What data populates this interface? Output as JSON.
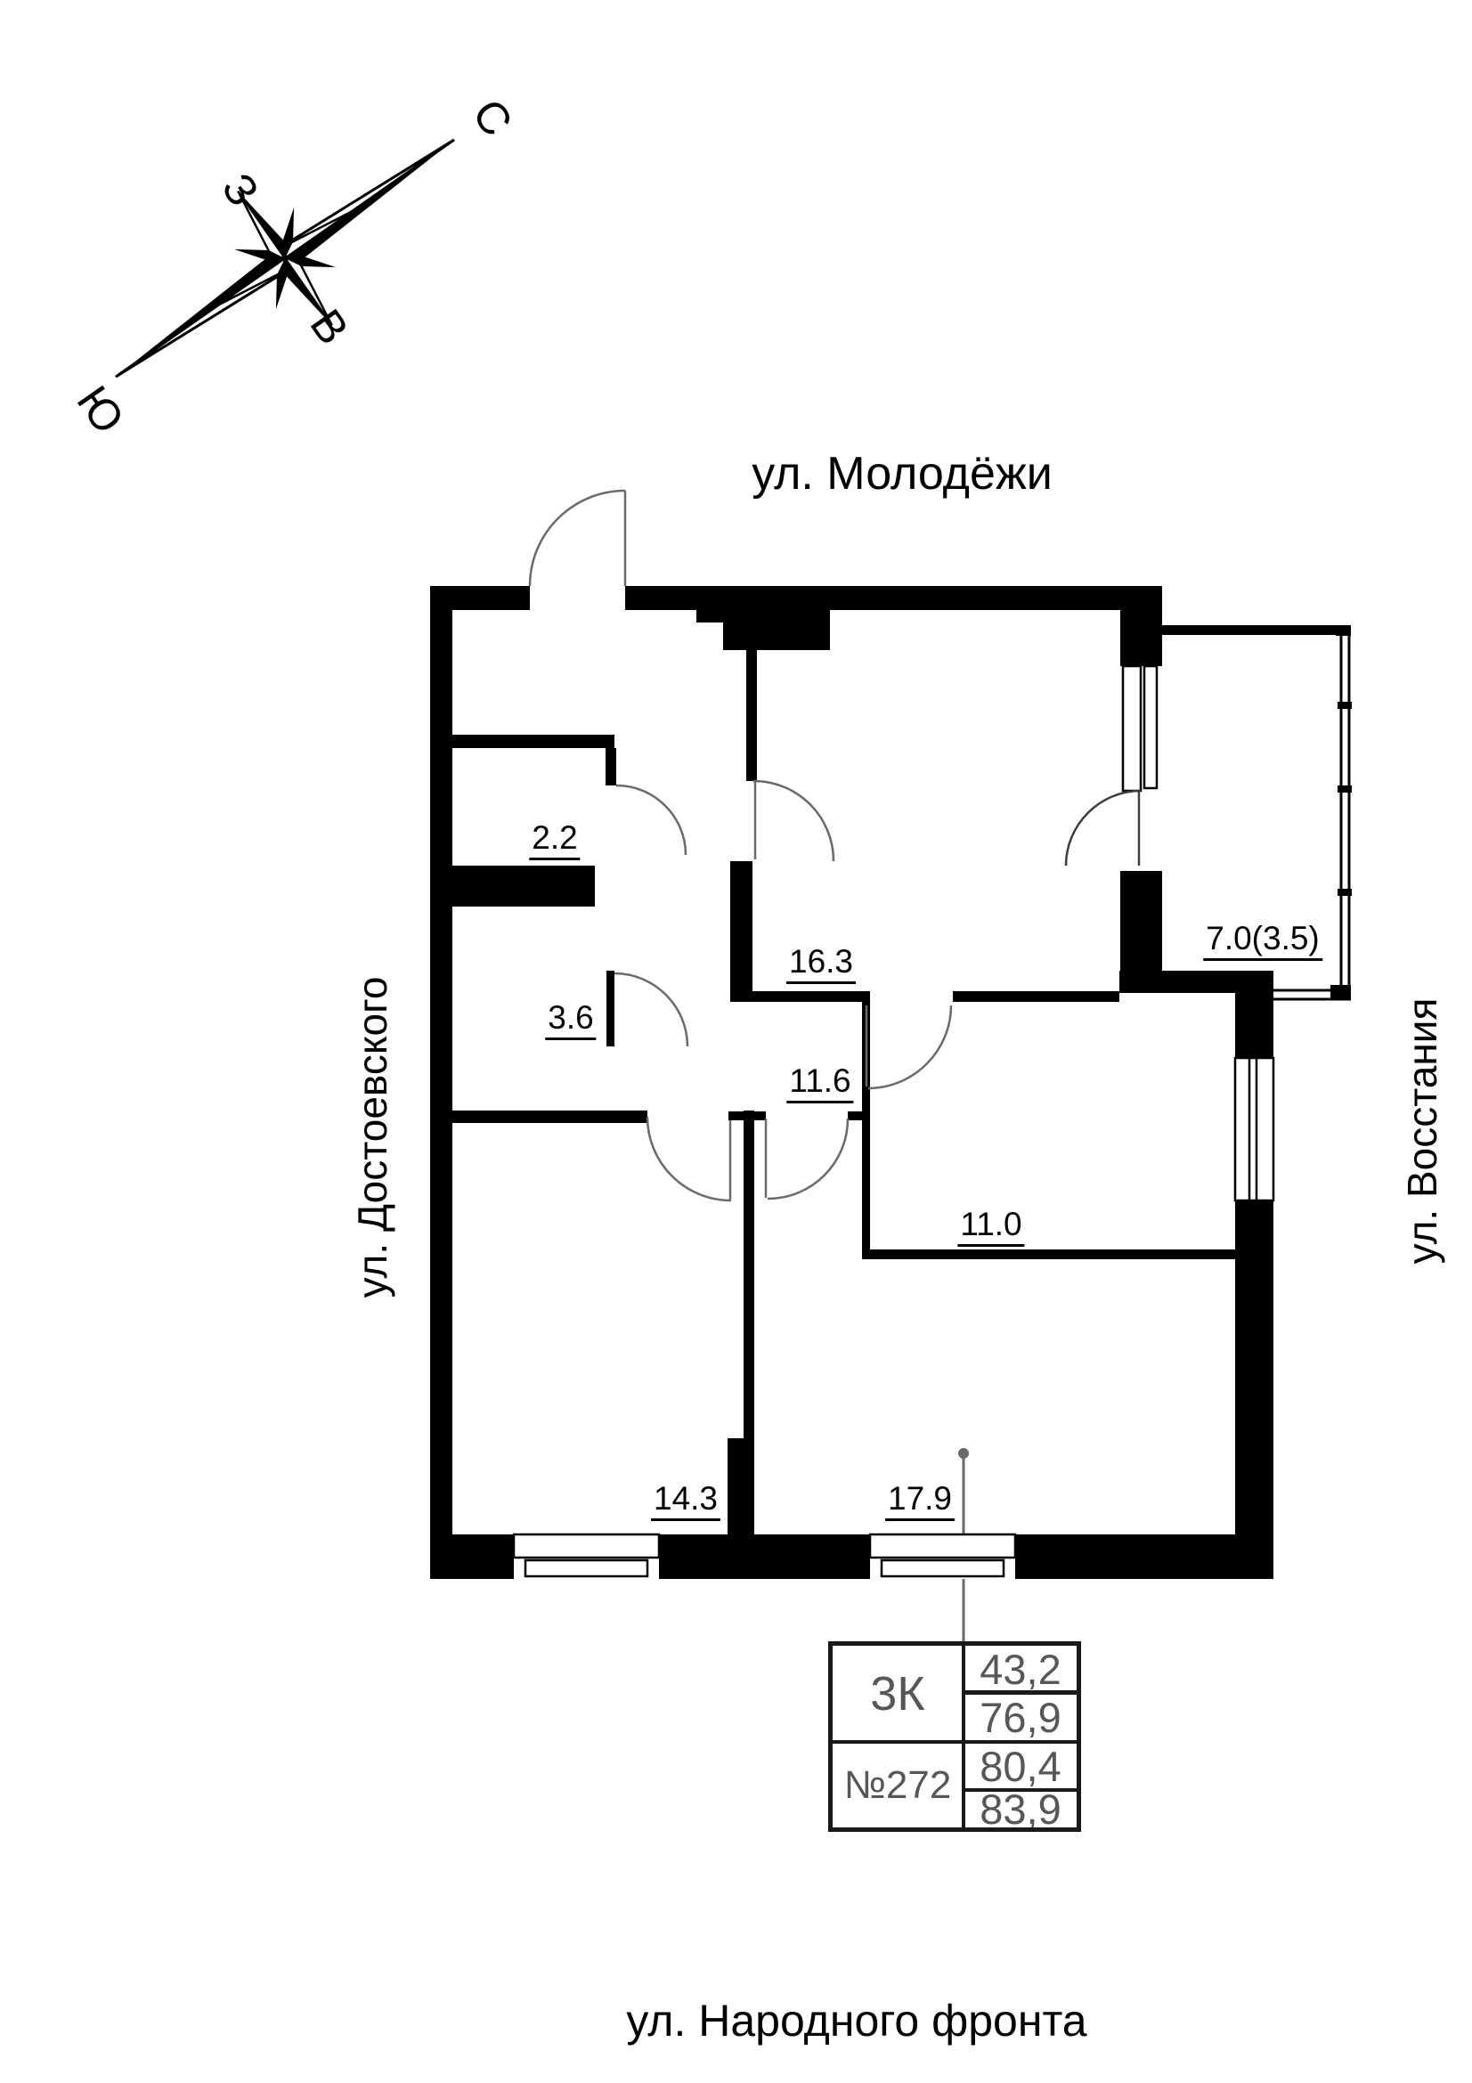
{
  "compass": {
    "north": "С",
    "west": "З",
    "east": "В",
    "south": "Ю"
  },
  "streets": {
    "top": "ул. Молодёжи",
    "left": "ул. Достоевского",
    "right": "ул. Восстания",
    "bottom": "ул. Народного фронта"
  },
  "rooms": [
    {
      "id": "closet",
      "area": "2.2"
    },
    {
      "id": "storage",
      "area": "3.6"
    },
    {
      "id": "kitchen-living",
      "area": "16.3"
    },
    {
      "id": "hallway",
      "area": "11.6"
    },
    {
      "id": "bedroom-small",
      "area": "11.0"
    },
    {
      "id": "balcony",
      "area": "7.0(3.5)"
    },
    {
      "id": "bedroom",
      "area": "14.3"
    },
    {
      "id": "living-room",
      "area": "17.9"
    }
  ],
  "info_table": {
    "flat_type": "3К",
    "flat_number": "№272",
    "values": [
      "43,2",
      "76,9",
      "80,4",
      "83,9"
    ]
  },
  "colors": {
    "wall": "#000000",
    "door_arc": "#6a6a6a",
    "table_text": "#575757"
  }
}
